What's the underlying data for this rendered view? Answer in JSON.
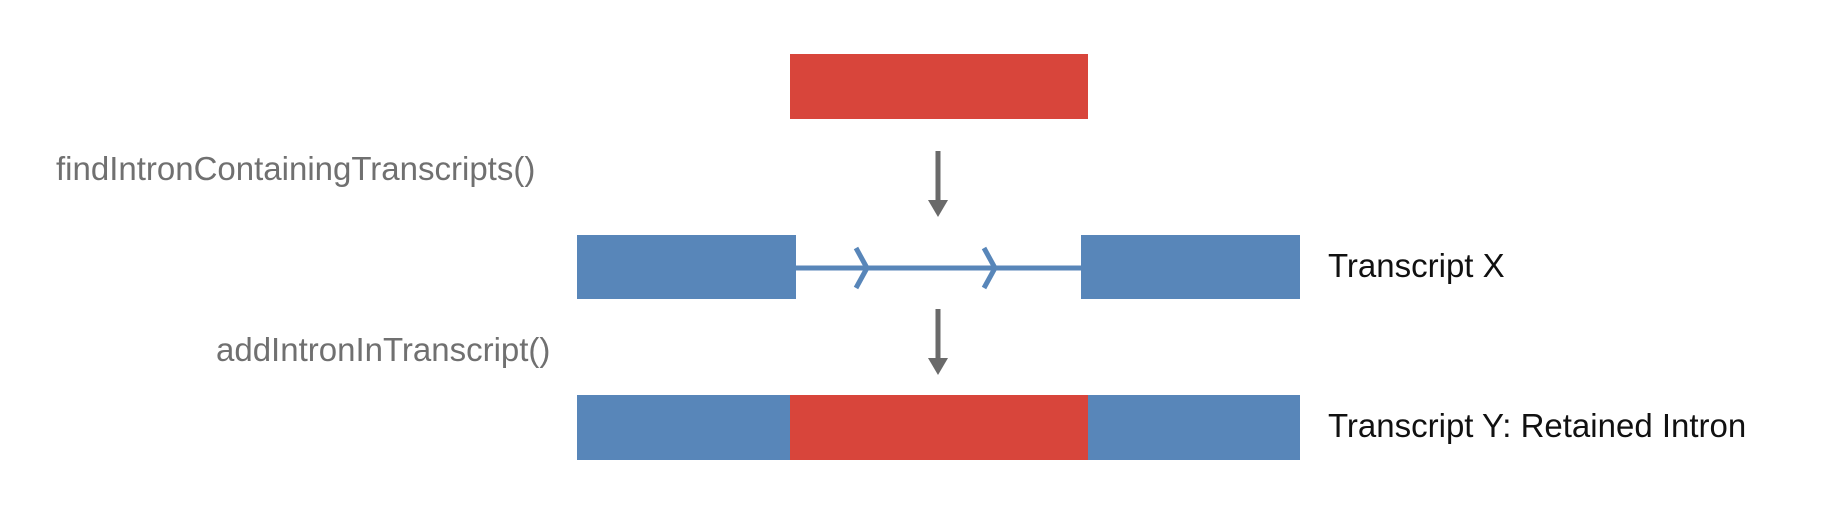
{
  "steps": {
    "find_label": "findIntronContainingTranscripts()",
    "add_label": "addIntronInTranscript()"
  },
  "transcripts": {
    "x_label": "Transcript X",
    "y_label": "Transcript Y: Retained Intron"
  },
  "colors": {
    "exon": "#5886b9",
    "intron": "#d8453b",
    "arrow": "#6a6a6a",
    "step_text": "#707070",
    "transcript_text": "#111111"
  },
  "icons": {
    "flow_arrow": "down-arrow-icon",
    "strand_chevron": "chevron-right-icon"
  }
}
